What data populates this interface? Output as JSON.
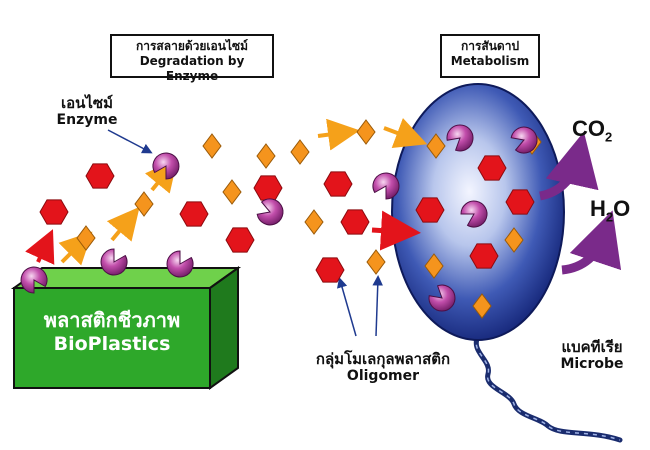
{
  "labels": {
    "degradation": {
      "th": "การสลายด้วยเอนไซม์",
      "en": "Degradation by Enzyme"
    },
    "metabolism": {
      "th": "การสันดาป",
      "en": "Metabolism"
    },
    "enzyme": {
      "th": "เอนไซม์",
      "en": "Enzyme"
    },
    "bioplastics": {
      "th": "พลาสติกชีวภาพ",
      "en": "BioPlastics"
    },
    "oligomer": {
      "th": "กลุ่มโมเลกุลพลาสติก",
      "en": "Oligomer"
    },
    "microbe": {
      "th": "แบคทีเรีย",
      "en": "Microbe"
    }
  },
  "products": {
    "co2": {
      "base": "CO",
      "sub": "2"
    },
    "h2o": {
      "base": "H",
      "sub": "2",
      "tail": "O"
    }
  },
  "colors": {
    "hexagon": "#e3141b",
    "diamond": "#f5941d",
    "enzyme": "#a3288f",
    "box_top": "#6fd14b",
    "box_front": "#2ea82a",
    "box_side": "#1f7a1d",
    "microbe_outer": "#16277a",
    "microbe_inner": "#f3f5ff",
    "arrow_orange": "#f5a11a",
    "arrow_red": "#e3141b",
    "arrow_purple": "#7a2a8a",
    "pointer": "#1f3a8f"
  }
}
